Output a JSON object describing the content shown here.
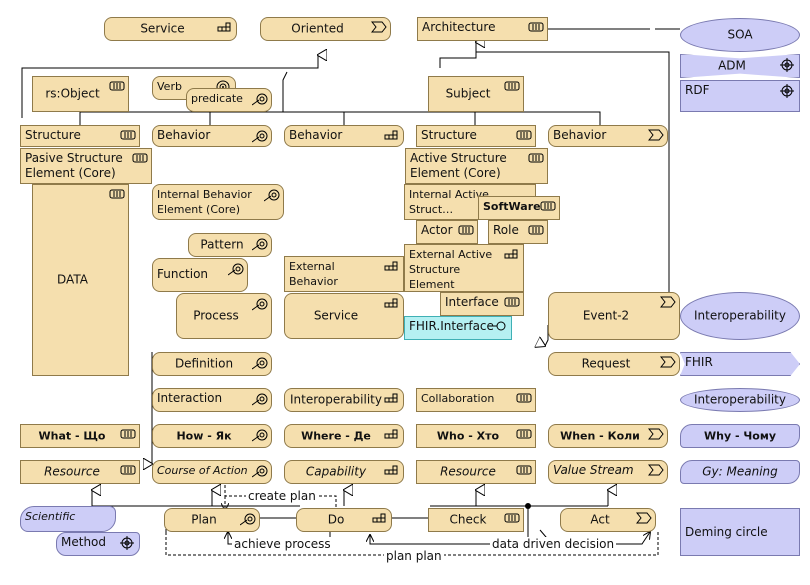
{
  "elements": [
    {
      "id": "service-top",
      "label": "Service",
      "icon": "service-icon"
    },
    {
      "id": "oriented",
      "label": "Oriented",
      "icon": "process-icon"
    },
    {
      "id": "architecture",
      "label": "Architecture",
      "icon": "component-icon"
    },
    {
      "id": "soa",
      "label": "SOA"
    },
    {
      "id": "adm",
      "label": "ADM",
      "icon": "motivation-icon"
    },
    {
      "id": "rdf",
      "label": "RDF",
      "icon": "motivation-icon"
    },
    {
      "id": "rs-object",
      "label": "rs:Object",
      "icon": "component-icon"
    },
    {
      "id": "verb",
      "label": "Verb",
      "icon": "target-icon"
    },
    {
      "id": "predicate",
      "label": "predicate",
      "icon": "capability-icon"
    },
    {
      "id": "subject",
      "label": "Subject",
      "icon": "component-icon"
    },
    {
      "id": "structure-1",
      "label": "Structure",
      "icon": "component-icon"
    },
    {
      "id": "behavior-1",
      "label": "Behavior",
      "icon": "capability-icon"
    },
    {
      "id": "behavior-2",
      "label": "Behavior",
      "icon": "service-icon"
    },
    {
      "id": "structure-2",
      "label": "Structure",
      "icon": "component-icon"
    },
    {
      "id": "behavior-3",
      "label": "Behavior",
      "icon": "process-icon"
    },
    {
      "id": "passive-structure",
      "label": "Pasive Structure Element (Core)",
      "icon": "component-icon"
    },
    {
      "id": "active-structure",
      "label": "Active Structure Element (Core)",
      "icon": "component-icon"
    },
    {
      "id": "data",
      "label": "DATA",
      "icon": "component-icon"
    },
    {
      "id": "internal-behavior",
      "label": "Internal Behavior Element (Core)",
      "icon": "capability-icon"
    },
    {
      "id": "internal-active",
      "label": "Internal Active Struct…",
      "icon": "component-icon"
    },
    {
      "id": "software",
      "label": "SoftWare",
      "icon": "component-icon"
    },
    {
      "id": "pattern",
      "label": "Pattern",
      "icon": "capability-icon"
    },
    {
      "id": "actor",
      "label": "Actor",
      "icon": "component-icon"
    },
    {
      "id": "role",
      "label": "Role",
      "icon": "component-icon"
    },
    {
      "id": "function",
      "label": "Function",
      "icon": "capability-icon"
    },
    {
      "id": "external-behavior",
      "label": "External Behavior Element",
      "icon": "service-icon"
    },
    {
      "id": "external-active",
      "label": "External Active Structure Element (Interface)",
      "icon": "service-icon"
    },
    {
      "id": "process",
      "label": "Process",
      "icon": "capability-icon"
    },
    {
      "id": "service-mid",
      "label": "Service",
      "icon": "service-icon"
    },
    {
      "id": "interface",
      "label": "Interface",
      "icon": "component-icon"
    },
    {
      "id": "fhir-interface",
      "label": "FHIR.Interface"
    },
    {
      "id": "event-2",
      "label": "Event-2",
      "icon": "process-icon"
    },
    {
      "id": "interoperability-1",
      "label": "Interoperability"
    },
    {
      "id": "definition",
      "label": "Definition",
      "icon": "capability-icon"
    },
    {
      "id": "request",
      "label": "Request",
      "icon": "process-icon"
    },
    {
      "id": "fhir",
      "label": "FHIR",
      "icon": "process-icon"
    },
    {
      "id": "interaction",
      "label": "Interaction",
      "icon": "capability-icon"
    },
    {
      "id": "interoperability-2",
      "label": "Interoperability",
      "icon": "service-icon"
    },
    {
      "id": "collaboration",
      "label": "Collaboration",
      "icon": "component-icon"
    },
    {
      "id": "interoperability-3",
      "label": "Interoperability"
    },
    {
      "id": "what",
      "label": "What - Що",
      "icon": "component-icon"
    },
    {
      "id": "how",
      "label": "How - Як",
      "icon": "capability-icon"
    },
    {
      "id": "where",
      "label": "Where - Де",
      "icon": "service-icon"
    },
    {
      "id": "who",
      "label": "Who - Хто",
      "icon": "component-icon"
    },
    {
      "id": "when",
      "label": "When - Коли",
      "icon": "process-icon"
    },
    {
      "id": "why",
      "label": "Why - Чому"
    },
    {
      "id": "resource-1",
      "label": "Resource",
      "icon": "component-icon"
    },
    {
      "id": "course-of-action",
      "label": "Course of Action",
      "icon": "capability-icon"
    },
    {
      "id": "capability",
      "label": "Capability",
      "icon": "service-icon"
    },
    {
      "id": "resource-2",
      "label": "Resource",
      "icon": "component-icon"
    },
    {
      "id": "value-stream",
      "label": "Value Stream",
      "icon": "process-icon"
    },
    {
      "id": "gy-meaning",
      "label": "Gy: Meaning"
    },
    {
      "id": "scientific",
      "label": "Scientific"
    },
    {
      "id": "method",
      "label": "Method",
      "icon": "motivation-icon"
    },
    {
      "id": "plan",
      "label": "Plan",
      "icon": "capability-icon"
    },
    {
      "id": "do",
      "label": "Do",
      "icon": "service-icon"
    },
    {
      "id": "check",
      "label": "Check",
      "icon": "component-icon"
    },
    {
      "id": "act",
      "label": "Act",
      "icon": "process-icon"
    },
    {
      "id": "deming-circle",
      "label": "Deming circle"
    }
  ],
  "connectors": [
    {
      "id": "create-plan",
      "label": "create plan"
    },
    {
      "id": "achieve-process",
      "label": "achieve process"
    },
    {
      "id": "data-driven-decision",
      "label": "data driven decision"
    },
    {
      "id": "plan-plan",
      "label": "plan plan"
    }
  ],
  "colors": {
    "element_fill": "#f5dfae",
    "element_border": "#8f7a4a",
    "motivation_fill": "#cdcdf7",
    "interface_fill": "#b5f0f2",
    "line": "#000000"
  }
}
